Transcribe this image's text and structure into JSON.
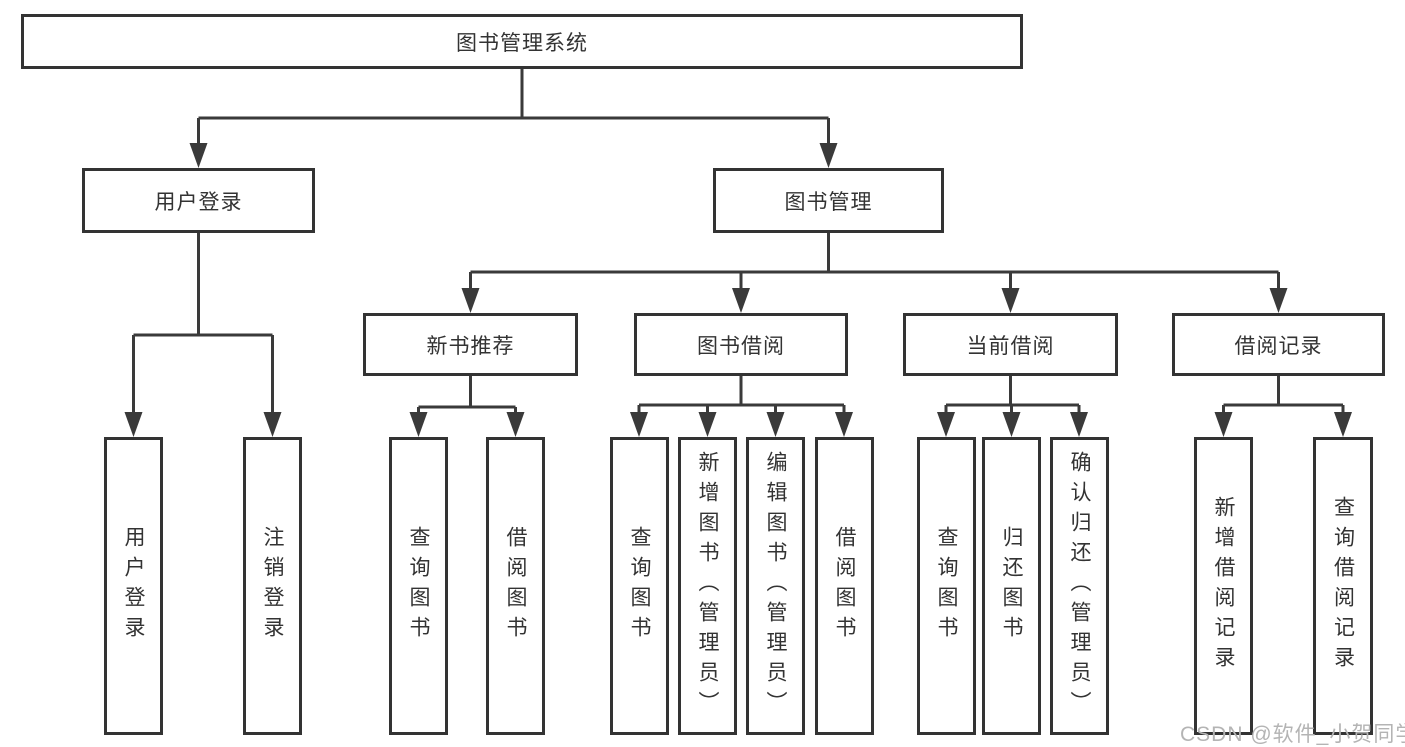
{
  "diagram": {
    "type": "tree",
    "colors": {
      "line": "#3a3a3a",
      "border": "#333333",
      "text": "#333333",
      "watermark": "#b4b4b4"
    },
    "root": {
      "label": "图书管理系统"
    },
    "level2": [
      {
        "label": "用户登录"
      },
      {
        "label": "图书管理"
      }
    ],
    "level3": [
      {
        "label": "新书推荐",
        "parent": "图书管理"
      },
      {
        "label": "图书借阅",
        "parent": "图书管理"
      },
      {
        "label": "当前借阅",
        "parent": "图书管理"
      },
      {
        "label": "借阅记录",
        "parent": "图书管理"
      }
    ],
    "leaves": [
      {
        "label": "用户登录",
        "parent": "用户登录"
      },
      {
        "label": "注销登录",
        "parent": "用户登录"
      },
      {
        "label": "查询图书",
        "parent": "新书推荐"
      },
      {
        "label": "借阅图书",
        "parent": "新书推荐"
      },
      {
        "label": "查询图书",
        "parent": "图书借阅"
      },
      {
        "label": "新增图书（管理员）",
        "parent": "图书借阅"
      },
      {
        "label": "编辑图书（管理员）",
        "parent": "图书借阅"
      },
      {
        "label": "借阅图书",
        "parent": "图书借阅"
      },
      {
        "label": "查询图书",
        "parent": "当前借阅"
      },
      {
        "label": "归还图书",
        "parent": "当前借阅"
      },
      {
        "label": "确认归还（管理员）",
        "parent": "当前借阅"
      },
      {
        "label": "新增借阅记录",
        "parent": "借阅记录"
      },
      {
        "label": "查询借阅记录",
        "parent": "借阅记录"
      }
    ]
  },
  "watermark": {
    "text": "CSDN @软件_小贺同学"
  }
}
